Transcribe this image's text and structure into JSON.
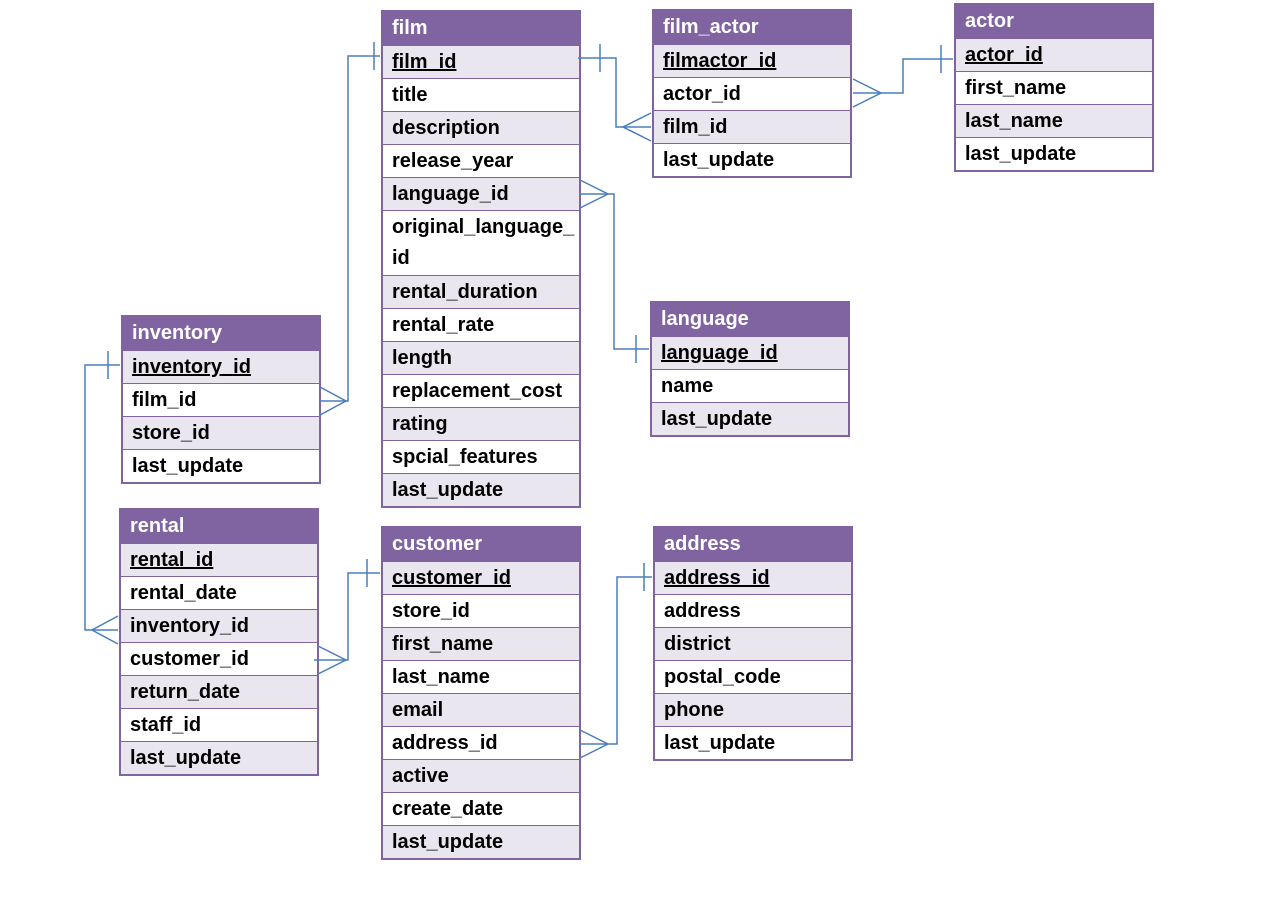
{
  "entities": {
    "film": {
      "name": "film",
      "fields": [
        "film_id",
        "title",
        "description",
        "release_year",
        "language_id",
        "original_language_id",
        "rental_duration",
        "rental_rate",
        "length",
        "replacement_cost",
        "rating",
        "spcial_features",
        "last_update"
      ]
    },
    "film_actor": {
      "name": "film_actor",
      "fields": [
        "filmactor_id",
        "actor_id",
        "film_id",
        "last_update"
      ]
    },
    "actor": {
      "name": "actor",
      "fields": [
        "actor_id",
        "first_name",
        "last_name",
        "last_update"
      ]
    },
    "language": {
      "name": "language",
      "fields": [
        "language_id",
        "name",
        "last_update"
      ]
    },
    "inventory": {
      "name": "inventory",
      "fields": [
        "inventory_id",
        "film_id",
        "store_id",
        "last_update"
      ]
    },
    "rental": {
      "name": "rental",
      "fields": [
        "rental_id",
        "rental_date",
        "inventory_id",
        "customer_id",
        "return_date",
        "staff_id",
        "last_update"
      ]
    },
    "customer": {
      "name": "customer",
      "fields": [
        "customer_id",
        "store_id",
        "first_name",
        "last_name",
        "email",
        "address_id",
        "active",
        "create_date",
        "last_update"
      ]
    },
    "address": {
      "name": "address",
      "fields": [
        "address_id",
        "address",
        "district",
        "postal_code",
        "phone",
        "last_update"
      ]
    }
  },
  "relationships": [
    {
      "from": "film.film_id",
      "to": "film_actor.film_id",
      "cardinality": "one-to-many"
    },
    {
      "from": "actor.actor_id",
      "to": "film_actor.actor_id",
      "cardinality": "one-to-many"
    },
    {
      "from": "language.language_id",
      "to": "film.language_id",
      "cardinality": "one-to-many"
    },
    {
      "from": "film.film_id",
      "to": "inventory.film_id",
      "cardinality": "one-to-many"
    },
    {
      "from": "inventory.inventory_id",
      "to": "rental.inventory_id",
      "cardinality": "one-to-many"
    },
    {
      "from": "customer.customer_id",
      "to": "rental.customer_id",
      "cardinality": "one-to-many"
    },
    {
      "from": "address.address_id",
      "to": "customer.address_id",
      "cardinality": "one-to-many"
    }
  ],
  "colors": {
    "header": "#8064a2",
    "alt_row": "#e9e6ef",
    "connector": "#4a7ebb"
  }
}
